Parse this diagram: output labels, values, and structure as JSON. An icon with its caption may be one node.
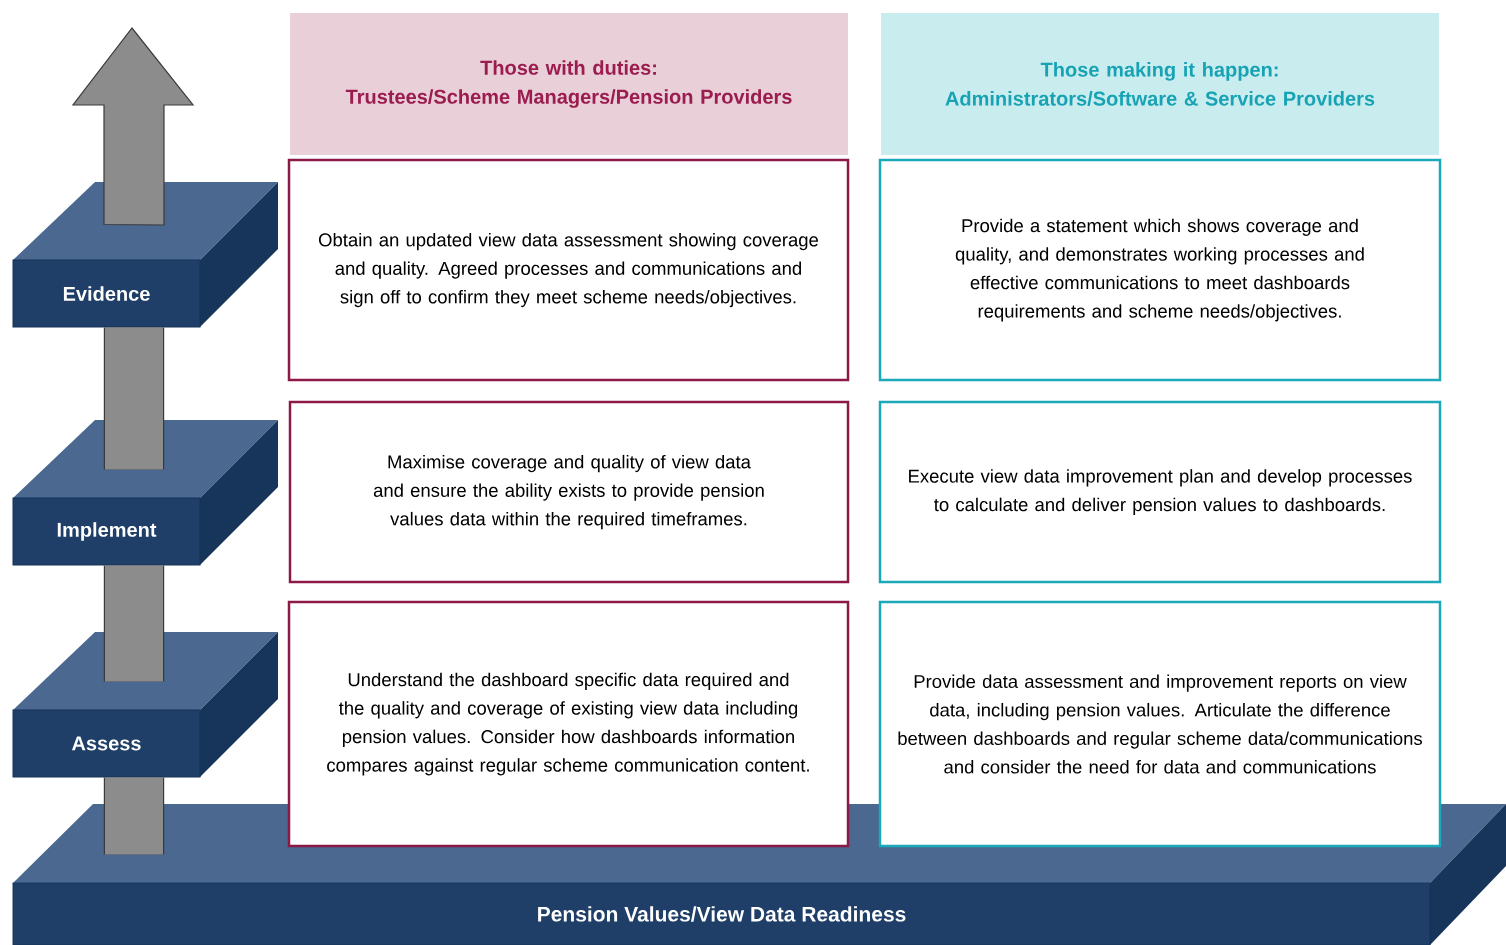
{
  "diagram": {
    "nodes": [
      {
        "text": [
          "Those with duties:",
          "Trustees/Scheme Managers/Pension Providers"
        ]
      },
      {
        "text": [
          "Those making it happen:",
          "Administrators/Software & Service Providers"
        ]
      },
      {
        "text": [
          "Obtain an updated view data assessment showing coverage and quality. Agreed processes and communications and sign off to confirm they meet scheme needs/objectives."
        ]
      },
      {
        "text": [
          "Provide a statement which shows coverage and quality, and demonstrates working processes and effective communications to meet dashboards requirements and scheme needs/objectives."
        ]
      },
      {
        "text": [
          "Maximise coverage and quality of view data and ensure the ability exists to provide pension values data within the required timeframes."
        ]
      },
      {
        "text": [
          "Execute view data improvement plan and develop processes to calculate and deliver pension values to dashboards."
        ]
      },
      {
        "text": [
          "Understand the dashboard specific data required and the quality and coverage of existing view data including pension values. Consider how dashboards information compares against regular scheme communication content."
        ]
      },
      {
        "text": [
          "Provide data assessment and improvement reports on view data, including pension values. Articulate the difference between dashboards and regular scheme data/communications and consider the need for data and communications"
        ]
      },
      {
        "text": [
          "Evidence"
        ]
      },
      {
        "text": [
          "Implement"
        ]
      },
      {
        "text": [
          "Assess"
        ]
      },
      {
        "text": [
          "Pension Values/View Data Readiness"
        ]
      }
    ],
    "edges": [
      {
        "from": 11,
        "to": 10,
        "arrow": "none"
      },
      {
        "from": 10,
        "to": 9,
        "arrow": "none"
      },
      {
        "from": 9,
        "to": 8,
        "arrow": "none"
      },
      {
        "from": 8,
        "to": null,
        "arrow": "to"
      }
    ]
  }
}
